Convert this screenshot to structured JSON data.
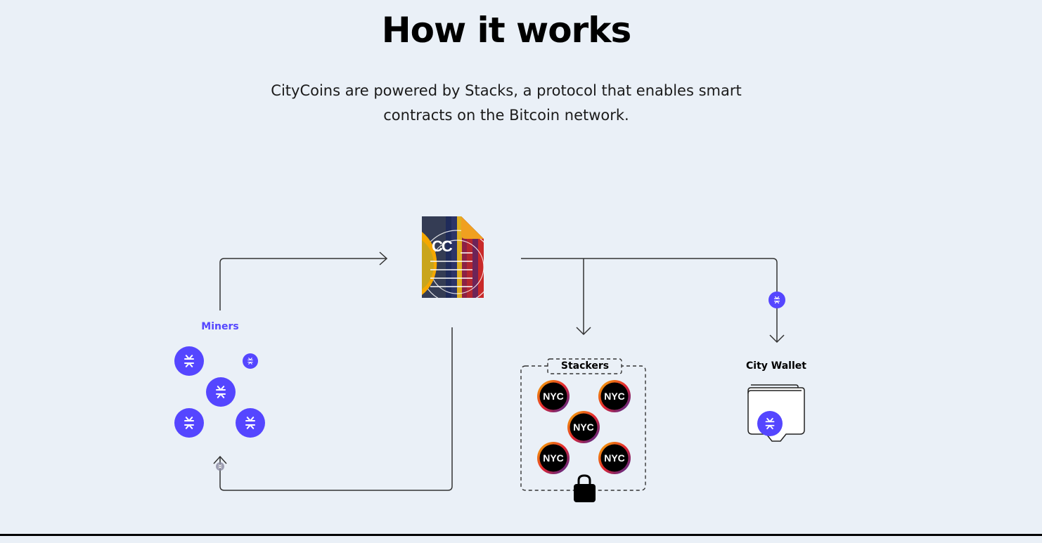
{
  "header": {
    "title": "How it works",
    "subtitle_line1": "CityCoins are powered by Stacks, a protocol that enables smart",
    "subtitle_line2": "contracts on the Bitcoin network."
  },
  "diagram": {
    "miners_label": "Miners",
    "stackers_label": "Stackers",
    "wallet_label": "City Wallet",
    "nyc_token_text": "NYC",
    "contract_logo_text": "CC",
    "colors": {
      "stacks_purple": "#5546ff",
      "miners_label": "#5546ff",
      "line": "#333333",
      "background": "#eaf0f7"
    },
    "icons": [
      "contract-document-icon",
      "stacks-token-icon",
      "nyc-token-icon",
      "lock-icon",
      "wallet-icon"
    ]
  }
}
